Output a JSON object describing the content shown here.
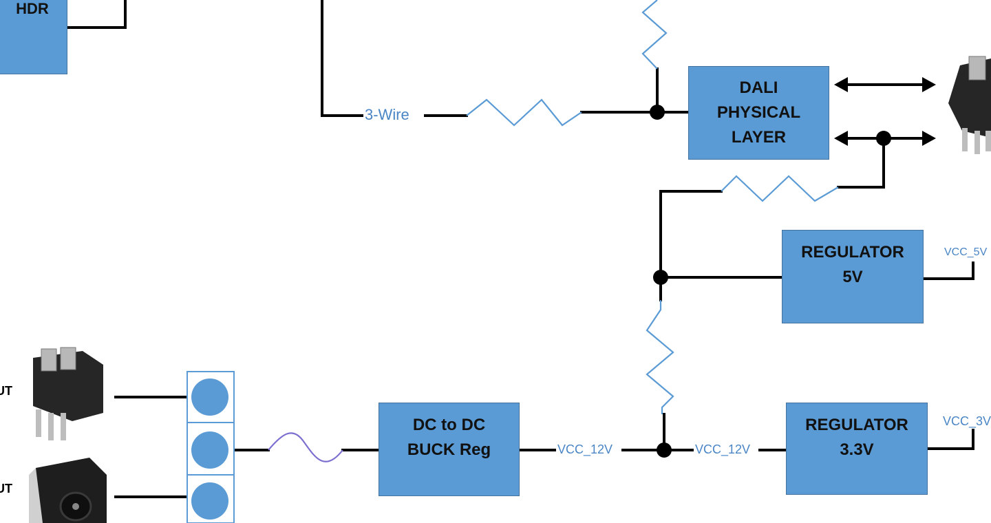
{
  "blocks": {
    "hdr": "HDR",
    "dali": "DALI\nPHYSICAL\nLAYER",
    "reg5": "REGULATOR\n5V",
    "reg33": "REGULATOR\n3.3V",
    "buck": "DC to DC\nBUCK Reg"
  },
  "nets": {
    "three_wire": "3-Wire",
    "vcc12_a": "VCC_12V",
    "vcc12_b": "VCC_12V",
    "vcc5": "VCC_5V",
    "vcc33": "VCC_3V"
  },
  "pins": {
    "top": "UT",
    "bottom": "UT"
  },
  "colors": {
    "block_fill": "#5b9bd5",
    "wire": "#000000",
    "resistor": "#5b9bd5",
    "fuse": "#7b6fd0",
    "net_label": "#4a86c5"
  },
  "icons": {
    "terminal_block": "terminal-block-icon",
    "dc_jack": "dc-jack-icon"
  }
}
